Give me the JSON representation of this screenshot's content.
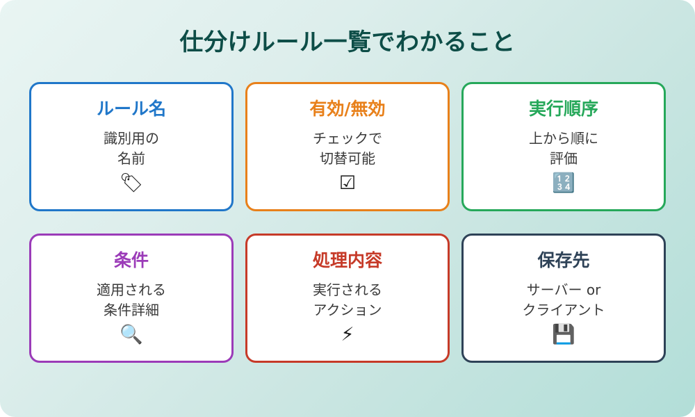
{
  "page": {
    "title": "仕分けルール一覧でわかること",
    "title_color": "#0d4d47",
    "background_from": "#e9f5f3",
    "background_to": "#b2ded8",
    "body_text_color": "#3a3a3a"
  },
  "cards": [
    {
      "title": "ルール名",
      "description": "識別用の\n名前",
      "icon": "🏷",
      "icon_name": "label-tag-icon",
      "accent": "#2077c9"
    },
    {
      "title": "有効/無効",
      "description": "チェックで\n切替可能",
      "icon": "☑",
      "icon_name": "checkbox-checked-icon",
      "accent": "#e8801a"
    },
    {
      "title": "実行順序",
      "description": "上から順に\n評価",
      "icon": "🔢",
      "icon_name": "input-numbers-icon",
      "accent": "#26a85a"
    },
    {
      "title": "条件",
      "description": "適用される\n条件詳細",
      "icon": "🔍",
      "icon_name": "magnifying-glass-icon",
      "accent": "#9b3bb8"
    },
    {
      "title": "処理内容",
      "description": "実行される\nアクション",
      "icon": "⚡",
      "icon_name": "lightning-bolt-icon",
      "accent": "#c63a28"
    },
    {
      "title": "保存先",
      "description": "サーバー or\nクライアント",
      "icon": "💾",
      "icon_name": "floppy-disk-save-icon",
      "accent": "#2e4257"
    }
  ]
}
